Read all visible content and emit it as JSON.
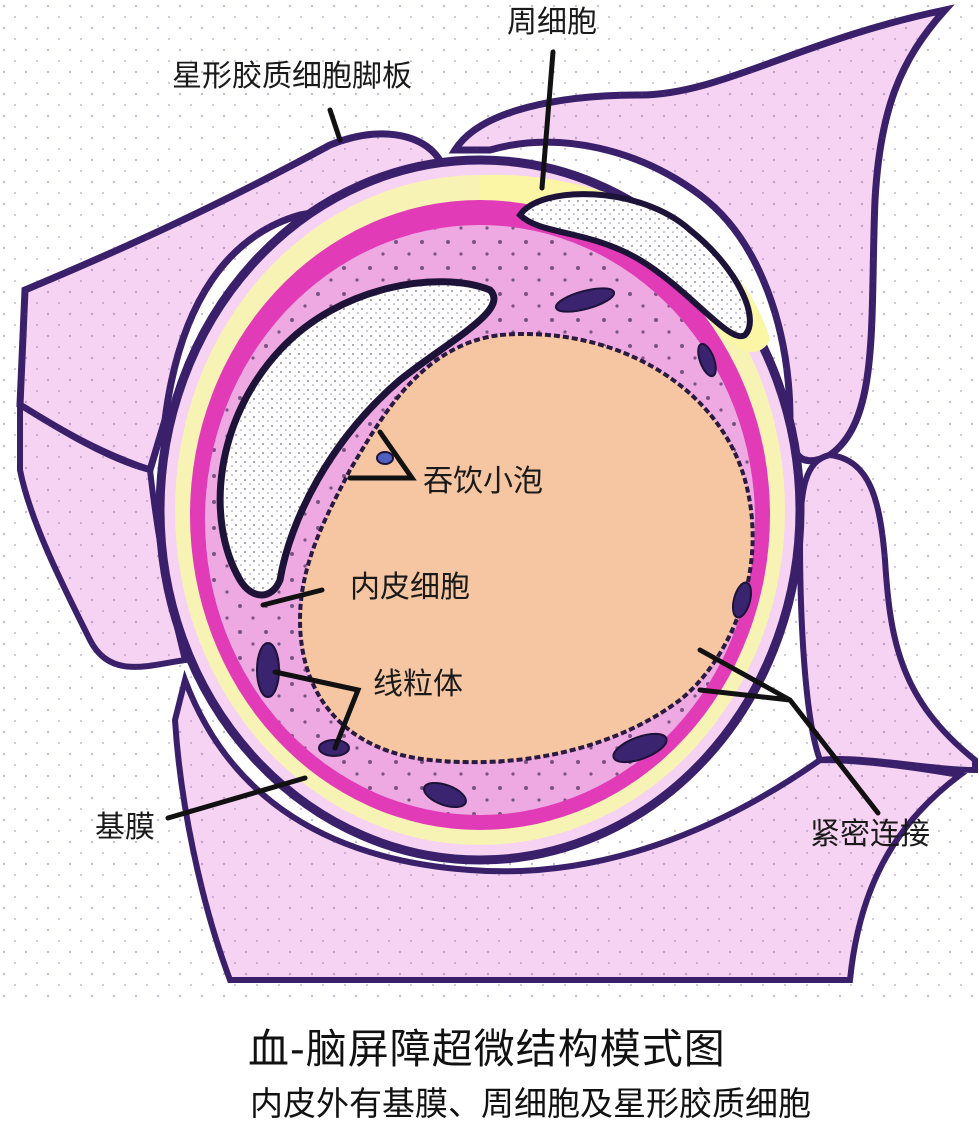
{
  "title": "血-脑屏障超微结构模式图",
  "subtitle": "内皮外有基膜、周细胞及星形胶质细胞",
  "labels": {
    "astrocyte_endfoot": "星形胶质细胞脚板",
    "pericyte": "周细胞",
    "pinocytotic_vesicle": "吞饮小泡",
    "endothelial_cell": "内皮细胞",
    "mitochondria": "线粒体",
    "basement_membrane": "基膜",
    "tight_junction": "紧密连接"
  },
  "colors": {
    "background": "#ffffff",
    "astrocyte_fill": "#f6d3f2",
    "membrane_outline": "#3a1f6b",
    "basement_membrane_yellow": "#f7f3b4",
    "endothelium_outer_magenta": "#e23bb8",
    "endothelium_cytoplasm": "#eea9e2",
    "lumen": "#f6c6a2",
    "nucleus_white": "#ffffff",
    "pericyte_fill": "#fbf6a6"
  }
}
